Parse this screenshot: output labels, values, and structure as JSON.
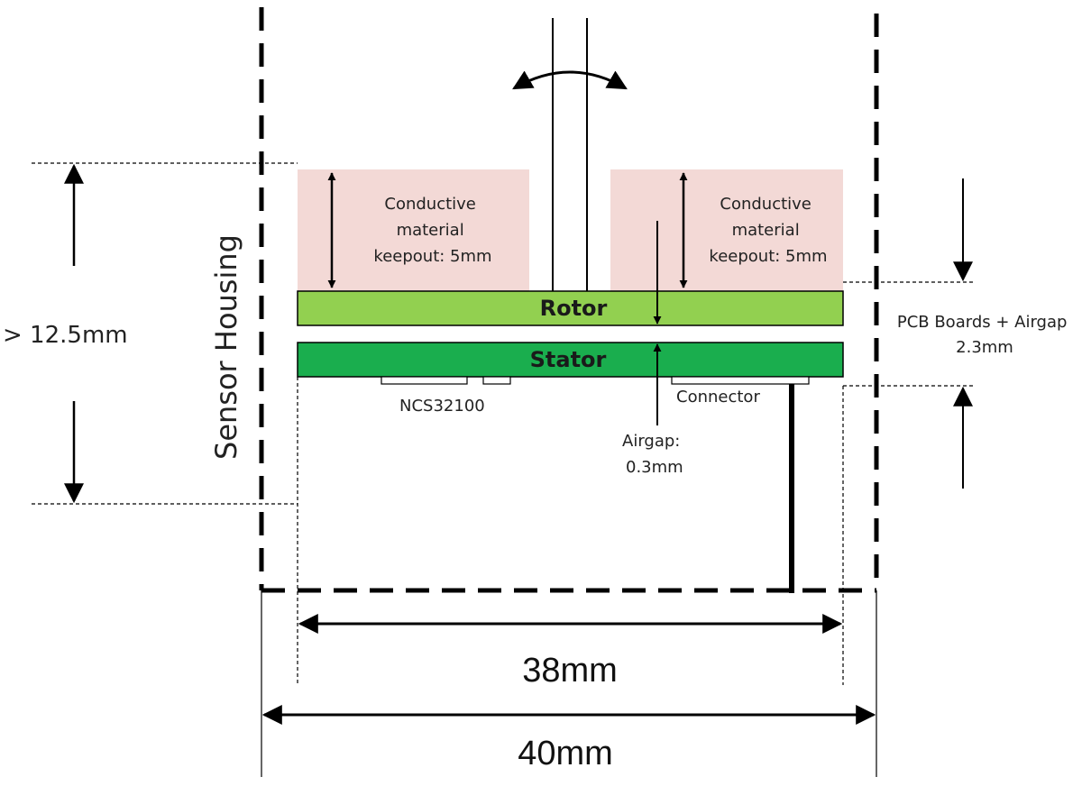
{
  "labels": {
    "sensor_housing": "Sensor Housing",
    "keepout_left": [
      "Conductive",
      "material",
      "keepout: 5mm"
    ],
    "keepout_right": [
      "Conductive",
      "material",
      "keepout: 5mm"
    ],
    "rotor": "Rotor",
    "stator": "Stator",
    "chip": "NCS32100",
    "connector": "Connector",
    "airgap": [
      "Airgap:",
      "0.3mm"
    ],
    "pcb_airgap": [
      "PCB Boards + Airgap",
      "2.3mm"
    ],
    "height": "> 12.5mm",
    "inner_width": "38mm",
    "outer_width": "40mm"
  },
  "colors": {
    "keepout": "#f3d9d6",
    "rotor": "#92d050",
    "stator": "#1aae4e",
    "line": "#000000"
  }
}
